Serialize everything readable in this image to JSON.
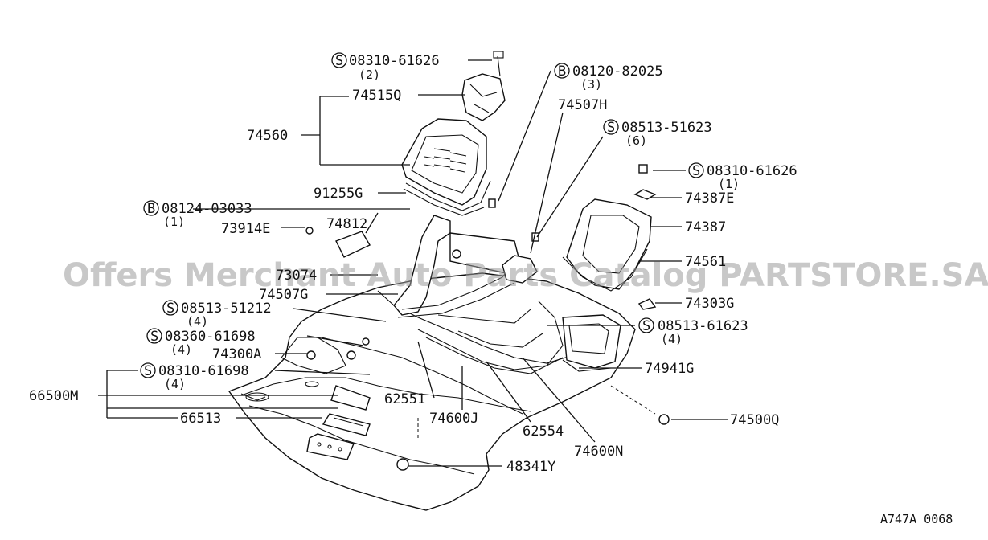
{
  "watermark": "Offers Merchant Auto Parts Catalog PARTSTORE.SA",
  "diagram_code": "A747A 0068",
  "parts": {
    "s08310_61626_top": {
      "prefix": "S",
      "number": "08310-61626",
      "qty": "(2)"
    },
    "p74515Q": {
      "number": "74515Q"
    },
    "p74560": {
      "number": "74560"
    },
    "p91255G": {
      "number": "91255G"
    },
    "b08120_82025": {
      "prefix": "B",
      "number": "08120-82025",
      "qty": "(3)"
    },
    "p74507H": {
      "number": "74507H"
    },
    "s08513_51623": {
      "prefix": "S",
      "number": "08513-51623",
      "qty": "(6)"
    },
    "s08310_61626_right": {
      "prefix": "S",
      "number": "08310-61626",
      "qty": "(1)"
    },
    "p74387E": {
      "number": "74387E"
    },
    "p74387": {
      "number": "74387"
    },
    "p74561": {
      "number": "74561"
    },
    "p74303G": {
      "number": "74303G"
    },
    "s08513_61623": {
      "prefix": "S",
      "number": "08513-61623",
      "qty": "(4)"
    },
    "p74941G": {
      "number": "74941G"
    },
    "p74500Q": {
      "number": "74500Q"
    },
    "b08124_03033": {
      "prefix": "B",
      "number": "08124-03033",
      "qty": "(1)"
    },
    "p73914E": {
      "number": "73914E"
    },
    "p74812": {
      "number": "74812"
    },
    "p73074": {
      "number": "73074"
    },
    "p74507G": {
      "number": "74507G"
    },
    "s08513_51212": {
      "prefix": "S",
      "number": "08513-51212",
      "qty": "(4)"
    },
    "s08360_61698": {
      "prefix": "S",
      "number": "08360-61698",
      "qty": "(4)"
    },
    "p74300A": {
      "number": "74300A"
    },
    "s08310_61698": {
      "prefix": "S",
      "number": "08310-61698",
      "qty": "(4)"
    },
    "p66500M": {
      "number": "66500M"
    },
    "p66513": {
      "number": "66513"
    },
    "p62551": {
      "number": "62551"
    },
    "p74600J": {
      "number": "74600J"
    },
    "p62554": {
      "number": "62554"
    },
    "p74600N": {
      "number": "74600N"
    },
    "p48341Y": {
      "number": "48341Y"
    }
  }
}
